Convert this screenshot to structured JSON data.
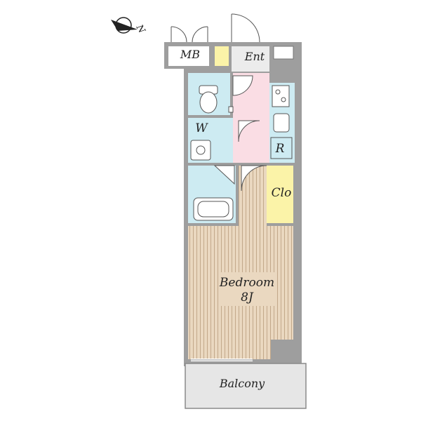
{
  "compass": {
    "north": "N"
  },
  "rooms": {
    "meter_box": "MB",
    "entrance": "Ent",
    "washroom": "W",
    "refrigerator": "R",
    "closet": "Clo",
    "bedroom": "Bedroom",
    "bedroom_size": "8J",
    "balcony": "Balcony"
  },
  "colors": {
    "wall": "#9e9e9e",
    "wet_area": "#cdebf2",
    "kitchen": "#fadde4",
    "closet": "#fbf3a8",
    "bedroom_floor": "#ead8c0",
    "entrance": "#ececec",
    "balcony": "#e6e6e6"
  }
}
